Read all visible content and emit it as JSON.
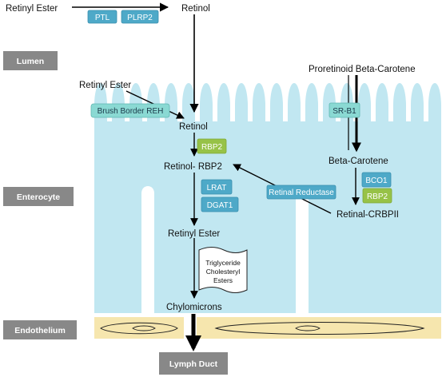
{
  "colors": {
    "cell": "#c1e7f1",
    "endothelium": "#f6e6ae",
    "region_box": "#888888",
    "blue_tag": "#4ea9c8",
    "teal_tag": "#8ad9d3",
    "green_tag": "#97c247"
  },
  "regions": {
    "lumen": "Lumen",
    "enterocyte": "Enterocyte",
    "endothelium": "Endothelium",
    "lymph_duct": "Lymph Duct"
  },
  "molecules": {
    "retinyl_ester_top": "Retinyl Ester",
    "retinol_top": "Retinol",
    "retinyl_ester_mid": "Retinyl Ester",
    "retinol": "Retinol",
    "retinol_rbp2": "Retinol- RBP2",
    "retinyl_ester_low": "Retinyl Ester",
    "chylomicrons": "Chylomicrons",
    "proretinoid_beta_carotene": "Proretinoid Beta-Carotene",
    "beta_carotene": "Beta-Carotene",
    "retinal_crbpii": "Retinal-CRBPII"
  },
  "enzymes": {
    "ptl": "PTL",
    "plrp2": "PLRP2",
    "brush_border_reh": "Brush Border REH",
    "sr_b1": "SR-B1",
    "rbp2_left": "RBP2",
    "lrat": "LRAT",
    "dgat1": "DGAT1",
    "retinal_reductase": "Retinal Reductase",
    "bco1": "BCO1",
    "rbp2_right": "RBP2"
  },
  "lipid_note": [
    "Triglyceride",
    "Cholesteryl",
    "Esters"
  ]
}
